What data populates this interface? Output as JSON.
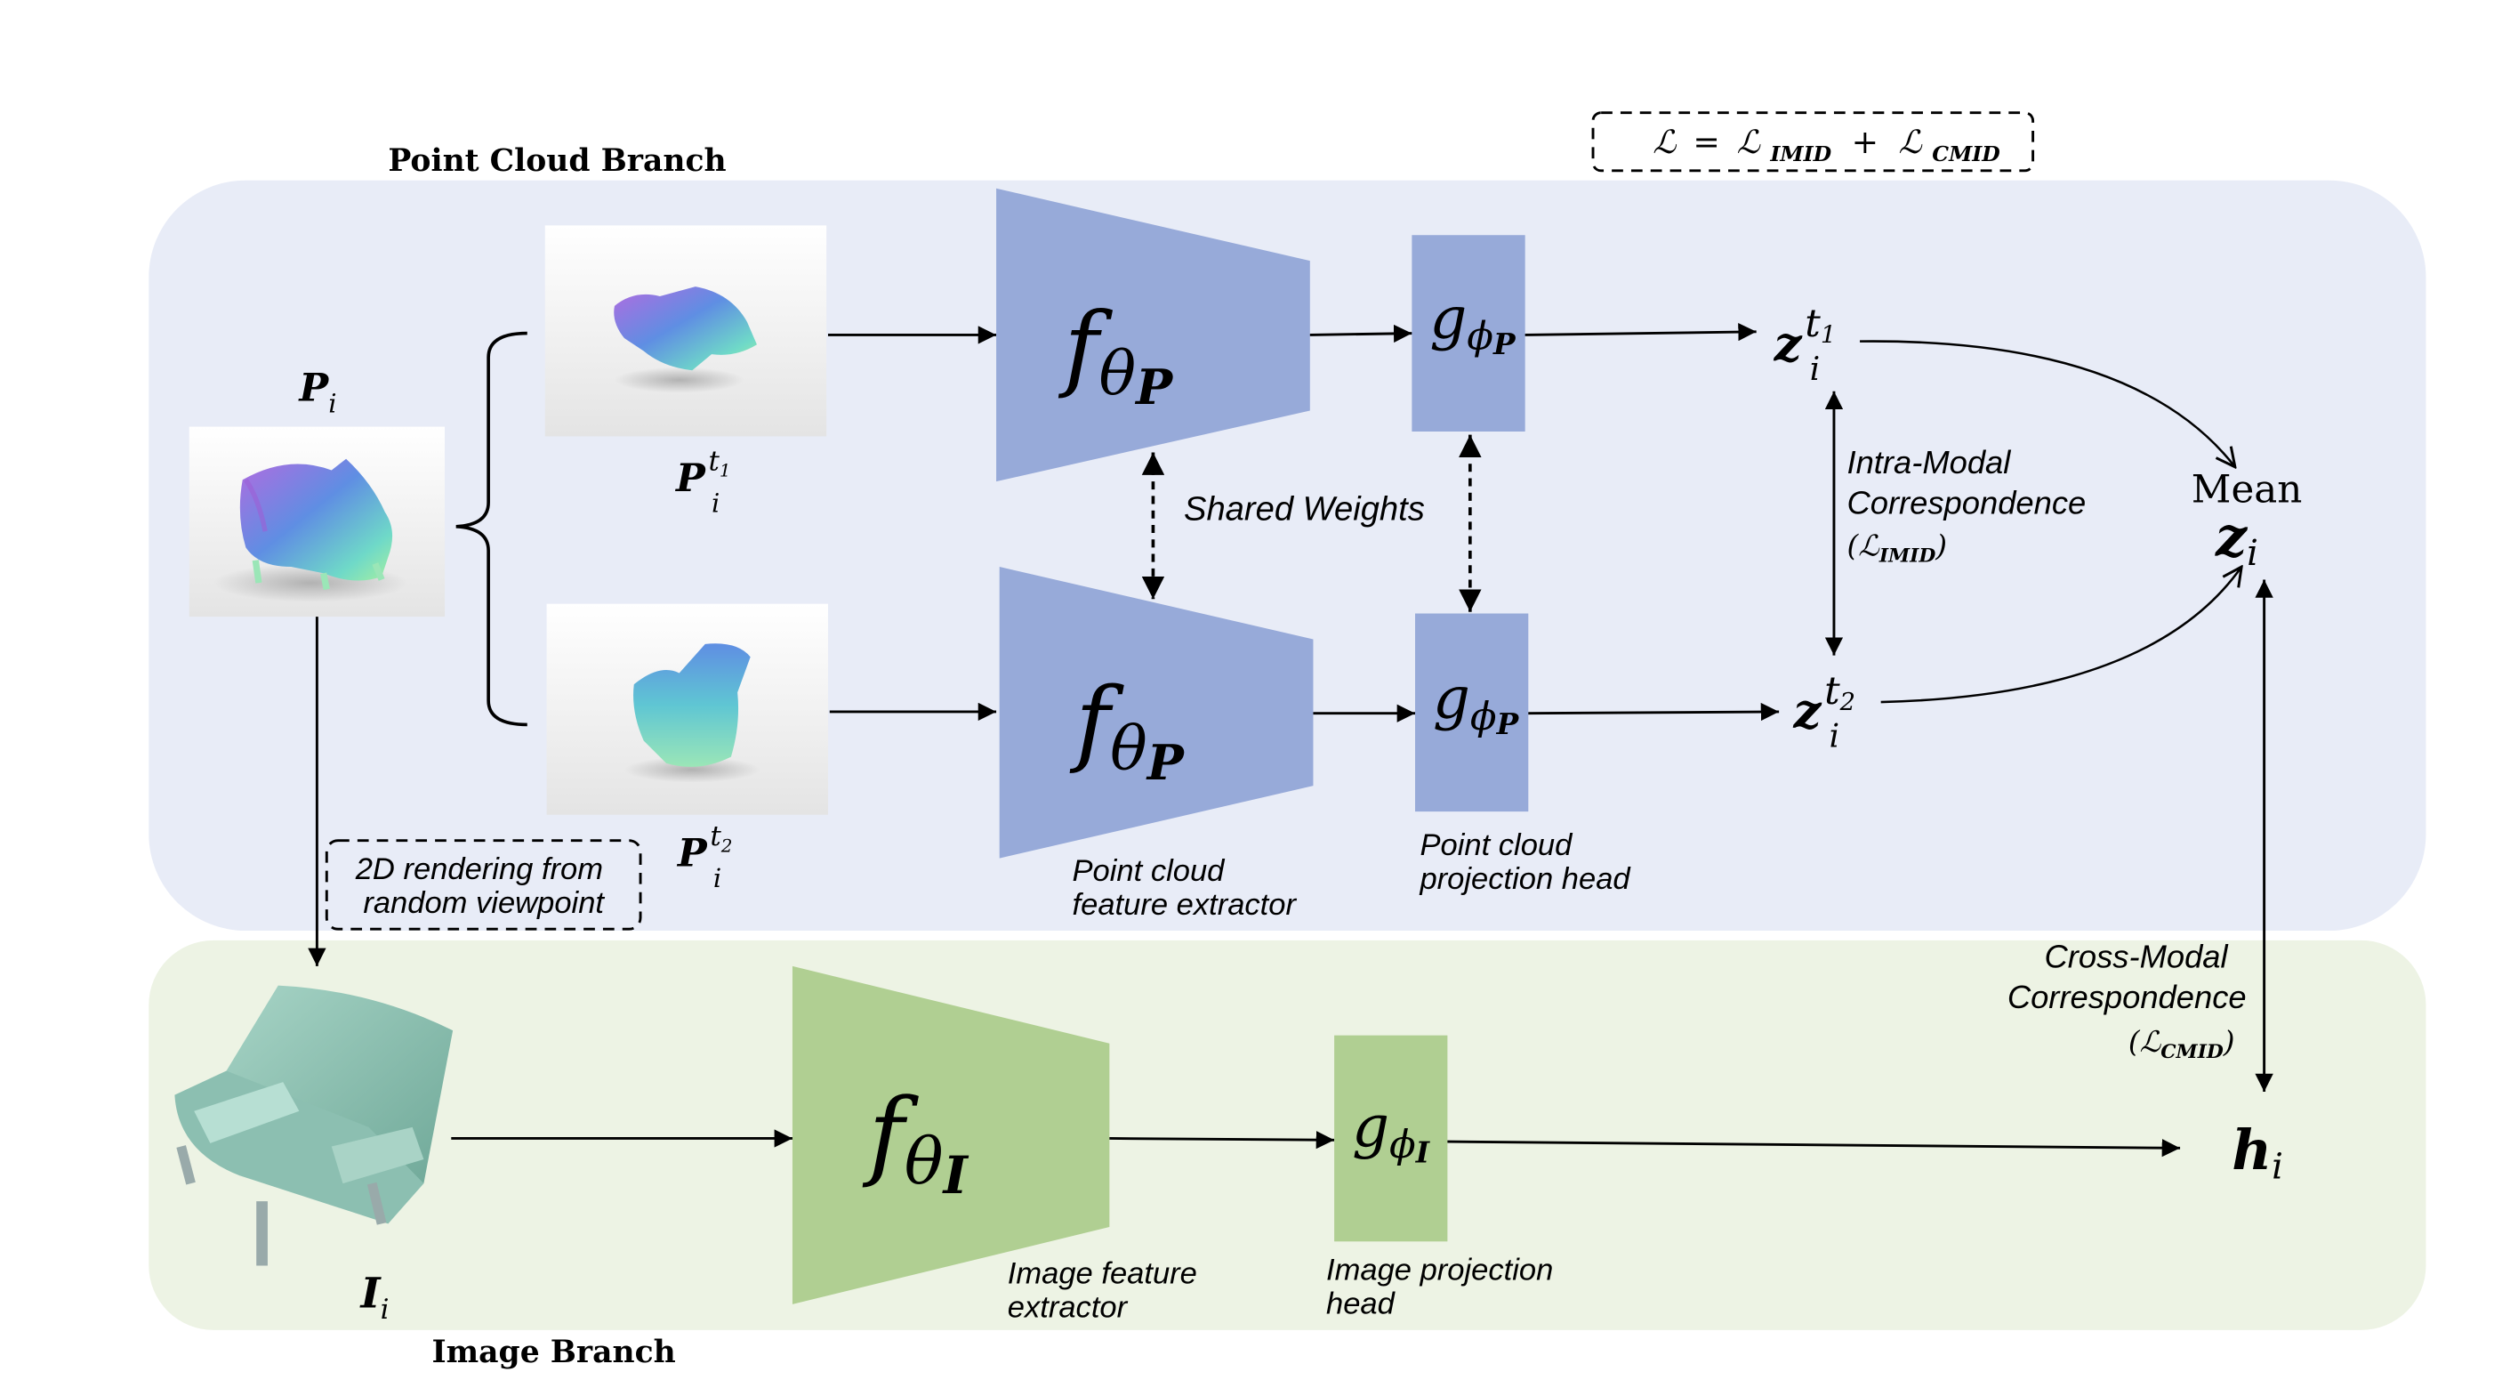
{
  "loss": {
    "L": "ℒ",
    "eq": "=",
    "plus": "+",
    "imid": "IMID",
    "cmid": "CMID"
  },
  "branches": {
    "pc_title": "Point Cloud Branch",
    "img_title": "Image Branch"
  },
  "inputs": {
    "P": "P",
    "i": "i",
    "I": "I",
    "t1": "t",
    "t1_sub": "1",
    "t2": "t",
    "t2_sub": "2",
    "render_line1": "2D rendering from",
    "render_line2": "random viewpoint"
  },
  "pc_extractor": {
    "f": "f",
    "theta": "θ",
    "sub": "P",
    "label_line1": "Point cloud",
    "label_line2": "feature extractor"
  },
  "pc_head": {
    "g": "g",
    "phi": "ϕ",
    "sub": "P",
    "label_line1": "Point cloud",
    "label_line2": "projection head"
  },
  "img_extractor": {
    "f": "f",
    "theta": "θ",
    "sub": "I",
    "label_line1": "Image feature",
    "label_line2": "extractor"
  },
  "img_head": {
    "g": "g",
    "phi": "ϕ",
    "sub": "I",
    "label_line1": "Image projection",
    "label_line2": "head"
  },
  "shared_weights": "Shared Weights",
  "embeddings": {
    "z": "z",
    "h": "h",
    "mean": "Mean"
  },
  "intra": {
    "line1": "Intra-Modal",
    "line2": "Correspondence",
    "open": "(",
    "L": "ℒ",
    "sub": "IMID",
    "close": ")"
  },
  "cross": {
    "line1": "Cross-Modal",
    "line2": "Correspondence",
    "open": "(",
    "L": "ℒ",
    "sub": "CMID",
    "close": ")"
  },
  "colors": {
    "pc_panel": "#e8ecf7",
    "img_panel": "#edf3e4",
    "pc_block": "#97aad9",
    "img_block": "#b0cf92",
    "chair_render": "#8cbfb1"
  }
}
